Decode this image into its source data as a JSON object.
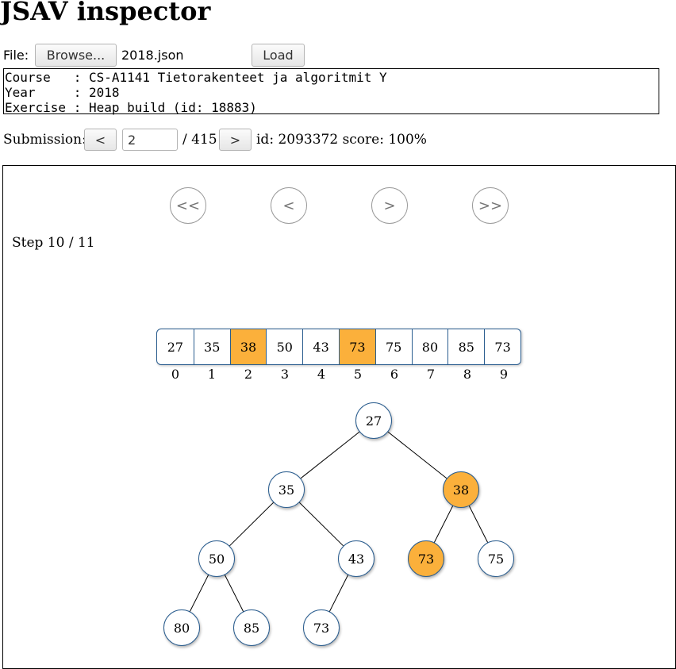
{
  "title": "JSAV inspector",
  "file": {
    "label": "File:",
    "browse_label": "Browse...",
    "filename": "2018.json",
    "load_label": "Load"
  },
  "info": {
    "line1": "Course   : CS-A1141 Tietorakenteet ja algoritmit Y",
    "line2": "Year     : 2018",
    "line3": "Exercise : Heap build (id: 18883)"
  },
  "submission": {
    "label": "Submission:",
    "prev_label": "<",
    "current": "2",
    "total_text": "/ 415",
    "next_label": ">",
    "meta": "id: 2093372 score: 100%"
  },
  "player": {
    "first_label": "<<",
    "prev_label": "<",
    "next_label": ">",
    "last_label": ">>",
    "step_text": "Step 10 / 11"
  },
  "array": {
    "values": [
      "27",
      "35",
      "38",
      "50",
      "43",
      "73",
      "75",
      "80",
      "85",
      "73"
    ],
    "indices": [
      "0",
      "1",
      "2",
      "3",
      "4",
      "5",
      "6",
      "7",
      "8",
      "9"
    ],
    "highlighted": [
      2,
      5
    ]
  },
  "tree": {
    "nodes": [
      {
        "value": "27",
        "highlighted": false
      },
      {
        "value": "35",
        "highlighted": false
      },
      {
        "value": "38",
        "highlighted": true
      },
      {
        "value": "50",
        "highlighted": false
      },
      {
        "value": "43",
        "highlighted": false
      },
      {
        "value": "73",
        "highlighted": true
      },
      {
        "value": "75",
        "highlighted": false
      },
      {
        "value": "80",
        "highlighted": false
      },
      {
        "value": "85",
        "highlighted": false
      },
      {
        "value": "73",
        "highlighted": false
      }
    ]
  },
  "colors": {
    "highlight": "#fbb03b",
    "node_border": "#2a5d8f"
  }
}
